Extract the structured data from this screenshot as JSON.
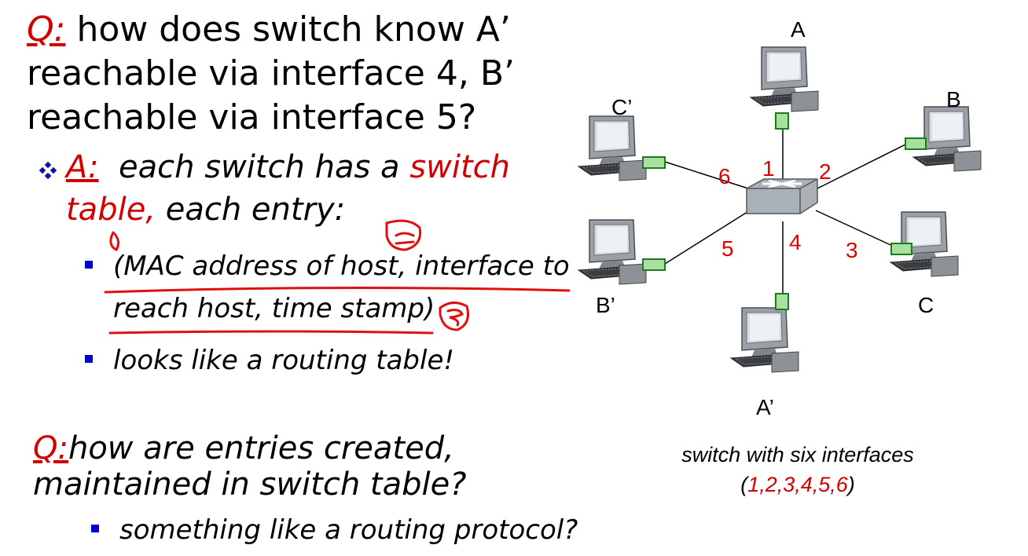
{
  "q1": {
    "label": "Q:",
    "lines": [
      "how does switch know A’",
      "reachable via interface 4, B’",
      "reachable via interface 5?"
    ]
  },
  "answer": {
    "label": "A:",
    "text1": "each switch has a",
    "red1": "switch",
    "red2": "table,",
    "text2": "each entry:"
  },
  "bullets": {
    "entry_line1": "(MAC address of host, interface to",
    "entry_line2": "reach host, time stamp)",
    "routing": "looks like a routing table!"
  },
  "q2": {
    "label": "Q:",
    "line1": "how are entries created,",
    "line2": "maintained in switch table?"
  },
  "bullet_protocol": "something like a routing protocol?",
  "annotations": [
    "1",
    "2",
    "3"
  ],
  "diagram": {
    "hosts": {
      "A": "A",
      "B": "B",
      "C": "C",
      "A_prime": "A’",
      "B_prime": "B’",
      "C_prime": "C’"
    },
    "ports": [
      "1",
      "2",
      "3",
      "4",
      "5",
      "6"
    ],
    "caption_line1": "switch with six interfaces",
    "caption_line2": "(1,2,3,4,5,6)"
  },
  "colors": {
    "accent_red": "#d00000",
    "bullet_blue": "#0000cc",
    "port_green": "#2ea02e"
  }
}
